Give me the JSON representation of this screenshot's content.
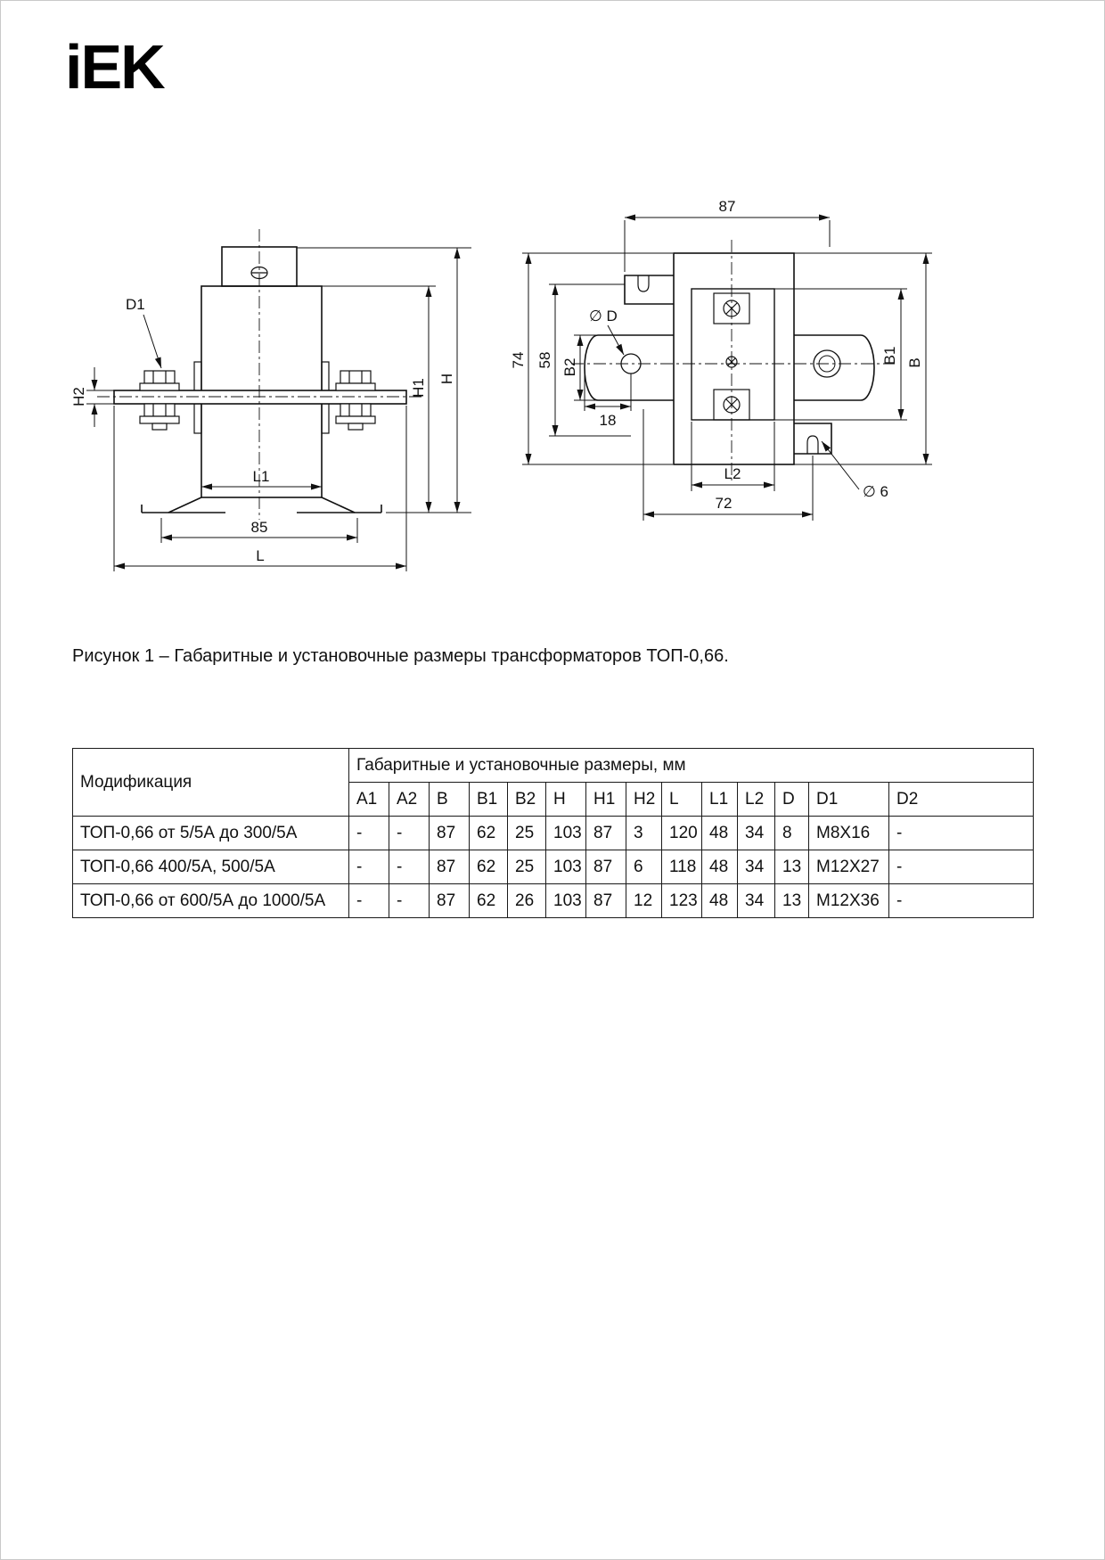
{
  "logo": {
    "text": "iEK"
  },
  "figure": {
    "caption": "Рисунок 1 – Габаритные и установочные размеры трансформаторов ТОП-0,66.",
    "front": {
      "d1": "D1",
      "h2": "H2",
      "h1": "H1",
      "h": "H",
      "l1": "L1",
      "d85": "85",
      "l": "L"
    },
    "side": {
      "d87": "87",
      "diaD": "∅ D",
      "d74": "74",
      "d58": "58",
      "b2": "B2",
      "d18": "18",
      "b1": "B1",
      "b": "B",
      "l2": "L2",
      "d72": "72",
      "dia6": "∅ 6"
    }
  },
  "table": {
    "col1_header": "Модификация",
    "group_header": "Габаритные и установочные размеры, мм",
    "columns": [
      "A1",
      "A2",
      "B",
      "B1",
      "B2",
      "H",
      "H1",
      "H2",
      "L",
      "L1",
      "L2",
      "D",
      "D1",
      "D2"
    ],
    "rows": [
      {
        "name": "ТОП-0,66 от 5/5А до 300/5А",
        "values": [
          "-",
          "-",
          "87",
          "62",
          "25",
          "103",
          "87",
          "3",
          "120",
          "48",
          "34",
          "8",
          "M8X16",
          "-"
        ]
      },
      {
        "name": "ТОП-0,66 400/5А, 500/5А",
        "values": [
          "-",
          "-",
          "87",
          "62",
          "25",
          "103",
          "87",
          "6",
          "118",
          "48",
          "34",
          "13",
          "M12X27",
          "-"
        ]
      },
      {
        "name": "ТОП-0,66 от 600/5А до 1000/5А",
        "values": [
          "-",
          "-",
          "87",
          "62",
          "26",
          "103",
          "87",
          "12",
          "123",
          "48",
          "34",
          "13",
          "M12X36",
          "-"
        ]
      }
    ]
  }
}
